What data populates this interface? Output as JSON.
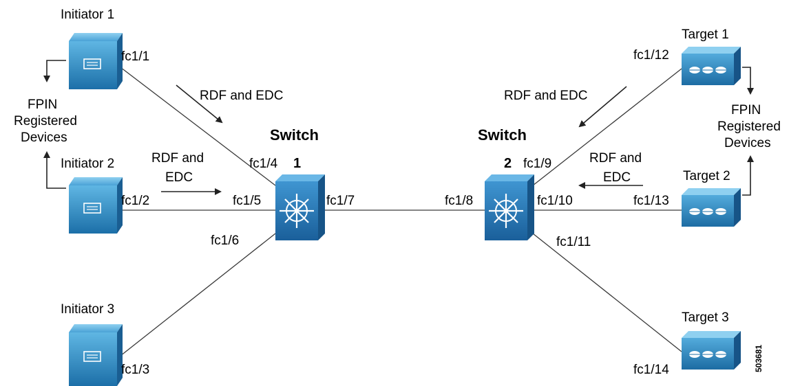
{
  "initiators": [
    {
      "name": "Initiator 1",
      "port": "fc1/1"
    },
    {
      "name": "Initiator 2",
      "port": "fc1/2"
    },
    {
      "name": "Initiator 3",
      "port": "fc1/3"
    }
  ],
  "targets": [
    {
      "name": "Target 1",
      "port": "fc1/12"
    },
    {
      "name": "Target 2",
      "port": "fc1/13"
    },
    {
      "name": "Target 3",
      "port": "fc1/14"
    }
  ],
  "switch1": {
    "title": "Switch",
    "number": "1",
    "ports": [
      "fc1/4",
      "fc1/5",
      "fc1/6",
      "fc1/7"
    ]
  },
  "switch2": {
    "title": "Switch",
    "number": "2",
    "ports": [
      "fc1/9",
      "fc1/8",
      "fc1/10",
      "fc1/11"
    ]
  },
  "fpin_left": [
    "FPIN",
    "Registered",
    "Devices"
  ],
  "fpin_right": [
    "FPIN",
    "Registered",
    "Devices"
  ],
  "rdf_edc": "RDF and EDC",
  "rdf_and": "RDF and",
  "edc": "EDC",
  "figure_id": "503681",
  "colors": {
    "server_dark": "#1c6fa8",
    "server_light": "#5fb6e3",
    "switch": "#2277b8",
    "line": "#3a3a3a"
  }
}
